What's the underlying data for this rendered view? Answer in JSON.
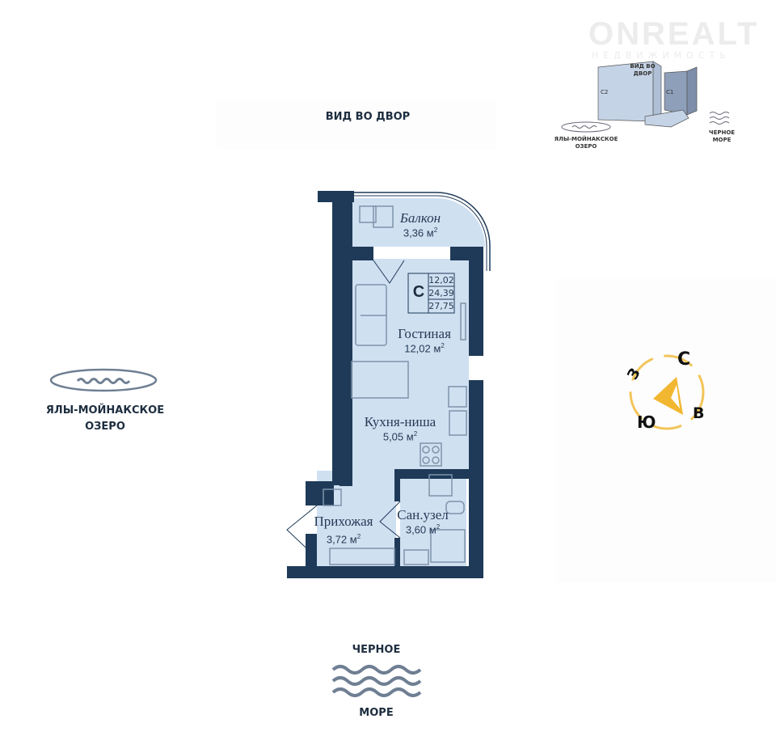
{
  "watermark": {
    "brand": "ONREALT",
    "subtitle": "НЕДВИЖИМОСТЬ"
  },
  "orientation": {
    "yard_view": "ВИД ВО ДВОР",
    "lake": [
      "ЯЛЫ-МОЙНАКСКОЕ",
      "ОЗЕРО"
    ],
    "sea": [
      "ЧЕРНОЕ",
      "МОРЕ"
    ]
  },
  "minimap": {
    "yard_view": [
      "ВИД ВО",
      "ДВОР"
    ],
    "building_c2": "C2",
    "building_c1": "C1",
    "lake": [
      "ЯЛЫ-МОЙНАКСКОЕ",
      "ОЗЕРО"
    ],
    "sea": [
      "ЧЕРНОЕ",
      "МОРЕ"
    ]
  },
  "compass": {
    "north": "С",
    "east": "В",
    "south": "Ю",
    "west": "З",
    "color": "#f2b731"
  },
  "apartment": {
    "type": "C",
    "areas": [
      "12,02",
      "24,39",
      "27,75"
    ]
  },
  "rooms": [
    {
      "name": "Балкон",
      "area": "3,36 м",
      "unit_sup": "2"
    },
    {
      "name": "Гостиная",
      "area": "12,02 м",
      "unit_sup": "2"
    },
    {
      "name": "Кухня-ниша",
      "area": "5,05 м",
      "unit_sup": "2"
    },
    {
      "name": "Прихожая",
      "area": "3,72 м",
      "unit_sup": "2"
    },
    {
      "name": "Сан.узел",
      "area": "3,60 м",
      "unit_sup": "2"
    }
  ],
  "colors": {
    "wall": "#1f3a58",
    "floor": "#cfe0f1",
    "furniture": "#7f93aa"
  }
}
